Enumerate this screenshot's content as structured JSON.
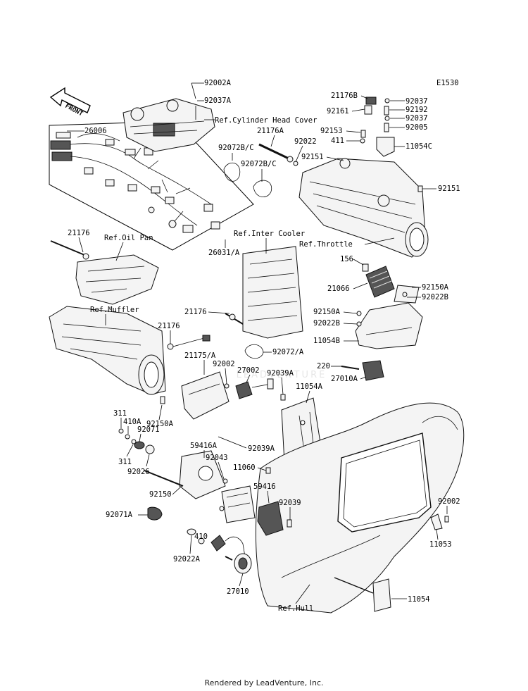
{
  "diagram_code": "E1530",
  "direction_arrow": "FRONT",
  "footer": "Rendered by LeadVenture, Inc.",
  "watermark": "LEADVENTURE",
  "refs": {
    "cylinder_head_cover": "Ref.Cylinder Head Cover",
    "oil_pan": "Ref.Oil Pan",
    "inter_cooler": "Ref.Inter Cooler",
    "throttle": "Ref.Throttle",
    "muffler": "Ref.Muffler",
    "hull": "Ref.Hull"
  },
  "parts": {
    "p92002A": "92002A",
    "p92037A": "92037A",
    "p26006": "26006",
    "p21176A": "21176A",
    "p92022": "92022",
    "p92072BC_1": "92072B/C",
    "p92072BC_2": "92072B/C",
    "p26031A": "26031/A",
    "p21176B": "21176B",
    "p92037_1": "92037",
    "p92161": "92161",
    "p92192": "92192",
    "p92037_2": "92037",
    "p92153": "92153",
    "p92005": "92005",
    "p411": "411",
    "p11054C": "11054C",
    "p92151_1": "92151",
    "p92151_2": "92151",
    "p21176_1": "21176",
    "p156": "156",
    "p21066": "21066",
    "p92150A_1": "92150A",
    "p92022B_1": "92022B",
    "p92150A_2": "92150A",
    "p92022B_2": "92022B",
    "p11054B": "11054B",
    "p21176_2": "21176",
    "p21176_3": "21176",
    "p92072A": "92072/A",
    "p21175A": "21175/A",
    "p92002_1": "92002",
    "p27002": "27002",
    "p92039A_1": "92039A",
    "p220": "220",
    "p27010A": "27010A",
    "p11054A": "11054A",
    "p311_1": "311",
    "p410A": "410A",
    "p92150A_3": "92150A",
    "p92071": "92071",
    "p311_2": "311",
    "p92026": "92026",
    "p59416A": "59416A",
    "p92039A_2": "92039A",
    "p92043": "92043",
    "p11060": "11060",
    "p92150": "92150",
    "p59416": "59416",
    "p92039": "92039",
    "p92002_2": "92002",
    "p92071A": "92071A",
    "p410": "410",
    "p11053": "11053",
    "p92022A": "92022A",
    "p27010": "27010",
    "p11054": "11054"
  }
}
